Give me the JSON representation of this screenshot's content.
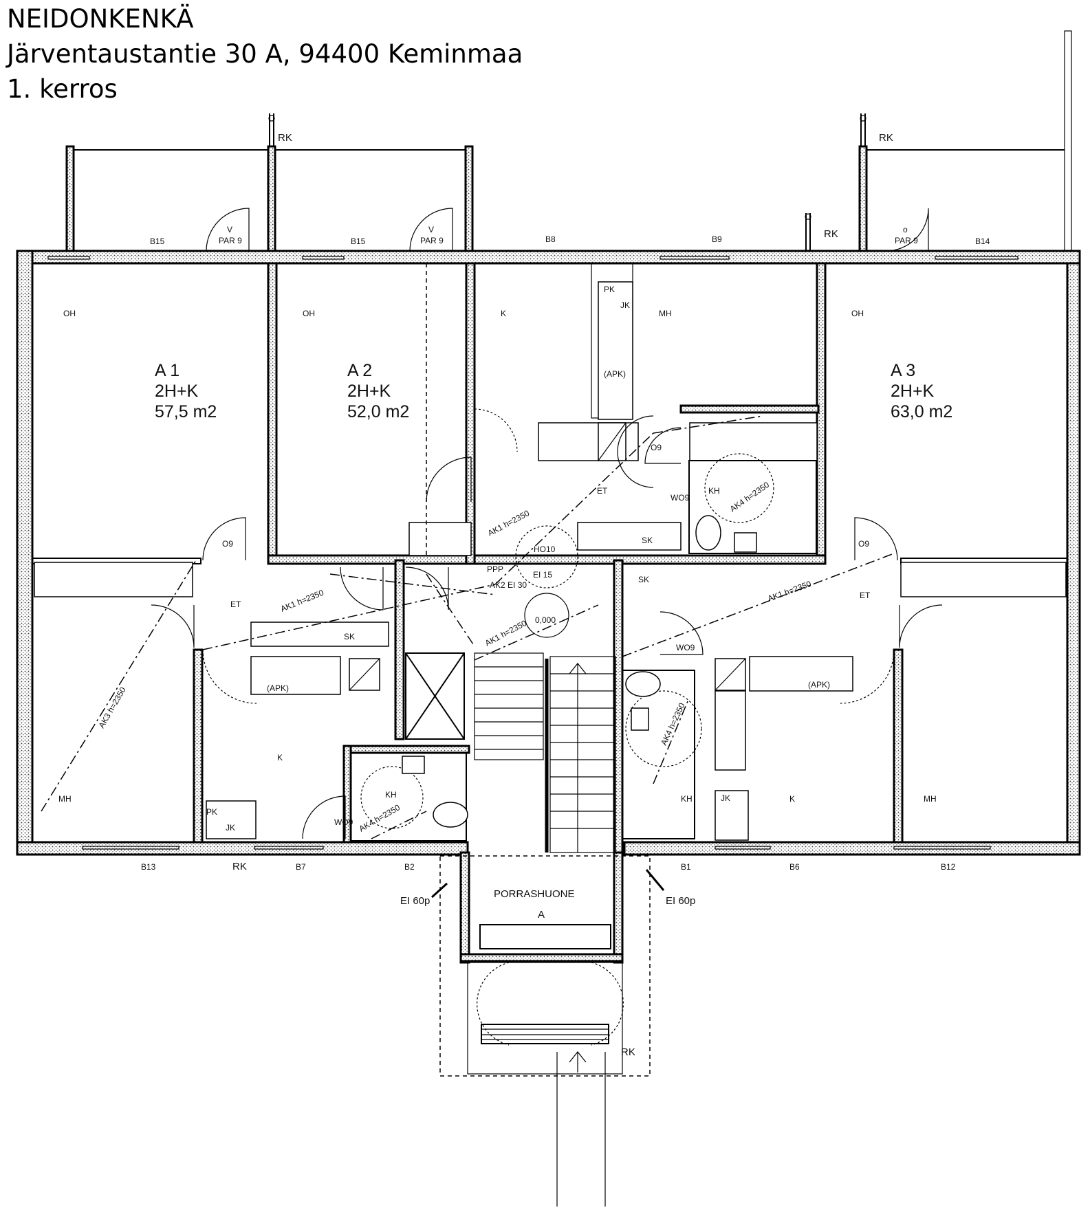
{
  "header": {
    "building": "NEIDONKENKÄ",
    "address": "Järventaustantie 30 A, 94400 Keminmaa",
    "floor": "1. kerros"
  },
  "apartments": [
    {
      "id": "A 1",
      "type": "2H+K",
      "area": "57,5 m2"
    },
    {
      "id": "A 2",
      "type": "2H+K",
      "area": "52,0 m2"
    },
    {
      "id": "A 3",
      "type": "2H+K",
      "area": "63,0 m2"
    }
  ],
  "rooms": {
    "oh": "OH",
    "k": "K",
    "mh": "MH",
    "et": "ET",
    "kh": "KH",
    "sk": "SK",
    "ho10": "HO10"
  },
  "stair": {
    "name": "PORRASHUONE",
    "letter": "A",
    "fire_rating": "EI 60p",
    "level": "0,000"
  },
  "markers": {
    "rk": "RK",
    "v": "V",
    "o": "o",
    "par9": "PAR 9",
    "windows": {
      "b15": "B15",
      "b8": "B8",
      "b9": "B9",
      "b14": "B14",
      "b13": "B13",
      "b7": "B7",
      "b2": "B2",
      "b1": "B1",
      "b6": "B6",
      "b12": "B12"
    },
    "door_o9": "O9",
    "door_wo9": "WO9",
    "ei15": "EI 15",
    "pk": "PK",
    "jk": "JK",
    "apk": "(APK)",
    "ppp": "PPP",
    "ak1": "AK1 h=2350",
    "ak3": "AK3 h=2350",
    "ak4": "AK4 h=2350",
    "ak2": "AK2 EI 30"
  }
}
